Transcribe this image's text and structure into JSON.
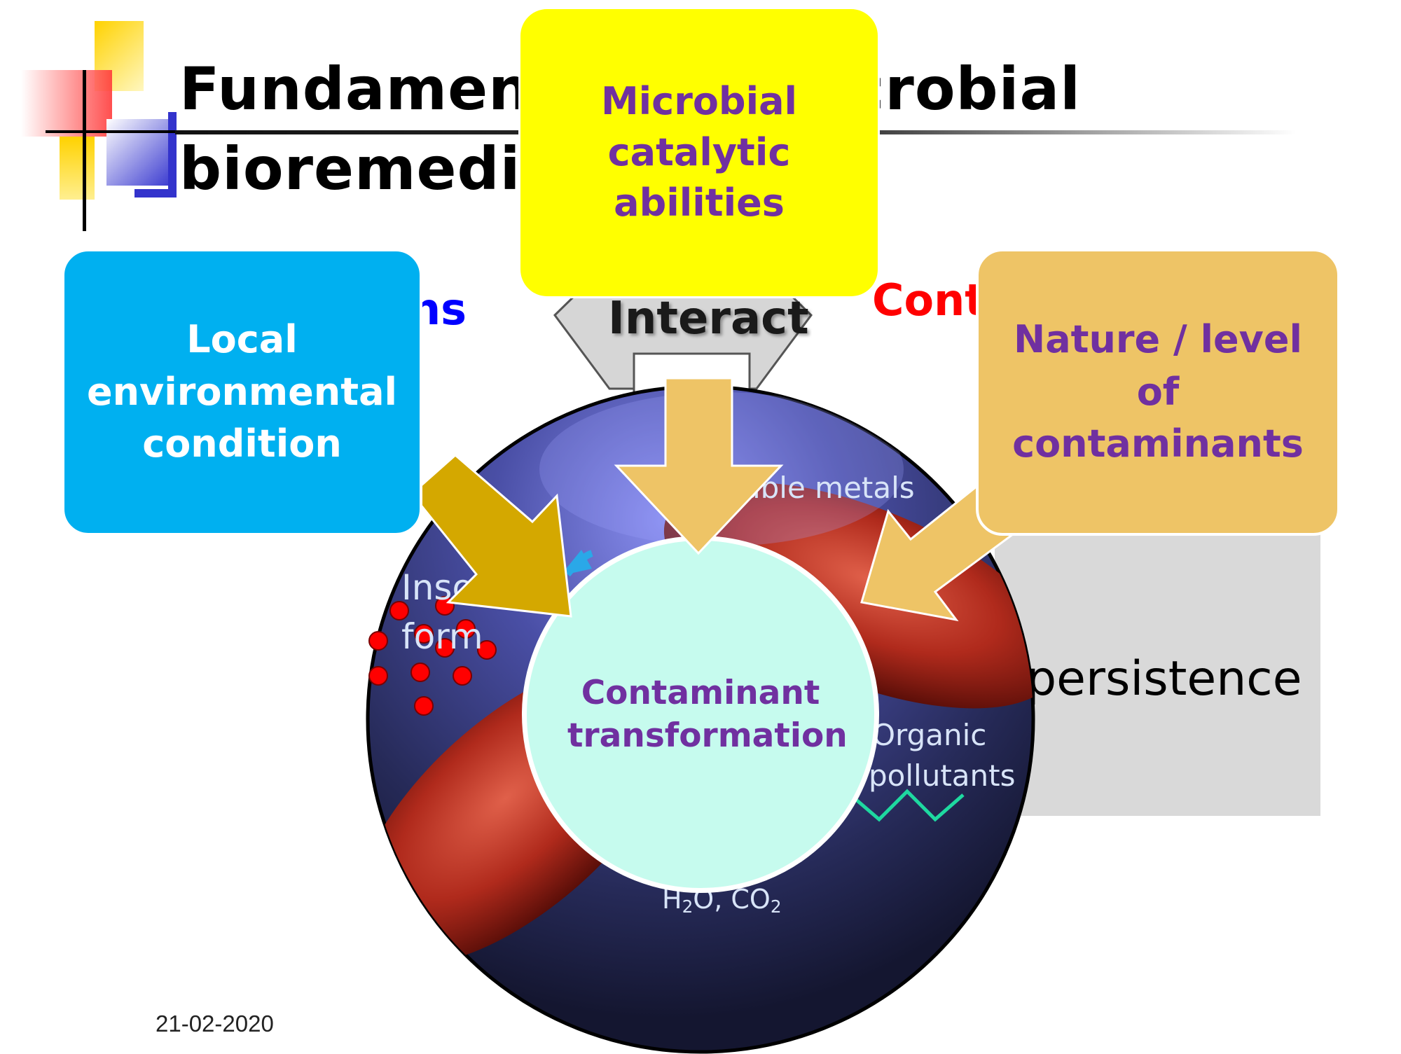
{
  "slide": {
    "title_line1": "Fundamentals of microbial",
    "title_line2": "bioremediation",
    "date": "21-02-2020"
  },
  "boxes": {
    "top": "Microbial catalytic abilities",
    "left": "Local environmental condition",
    "right": "Nature / level of contaminants",
    "center": "Contaminant transformation"
  },
  "background_text": {
    "left_partial": "ns",
    "interact": "Interact",
    "right_partial": "Cont",
    "persistence": "persistence"
  },
  "circle_labels": {
    "soluble": "Soluble metals",
    "insoluble_1": "Insoluble",
    "insoluble_2": "form",
    "organic_1": "Organic",
    "organic_2": "pollutants",
    "products_h": "H",
    "products_sub1": "2",
    "products_mid": "O, CO",
    "products_sub2": "2"
  },
  "colors": {
    "top_box": "#ffff00",
    "left_box": "#00b0f0",
    "right_box": "#eec466",
    "center_circle": "#c6fbee",
    "label_purple": "#7030a0",
    "red_text": "#ff0000",
    "blue_text": "#0000ff"
  }
}
